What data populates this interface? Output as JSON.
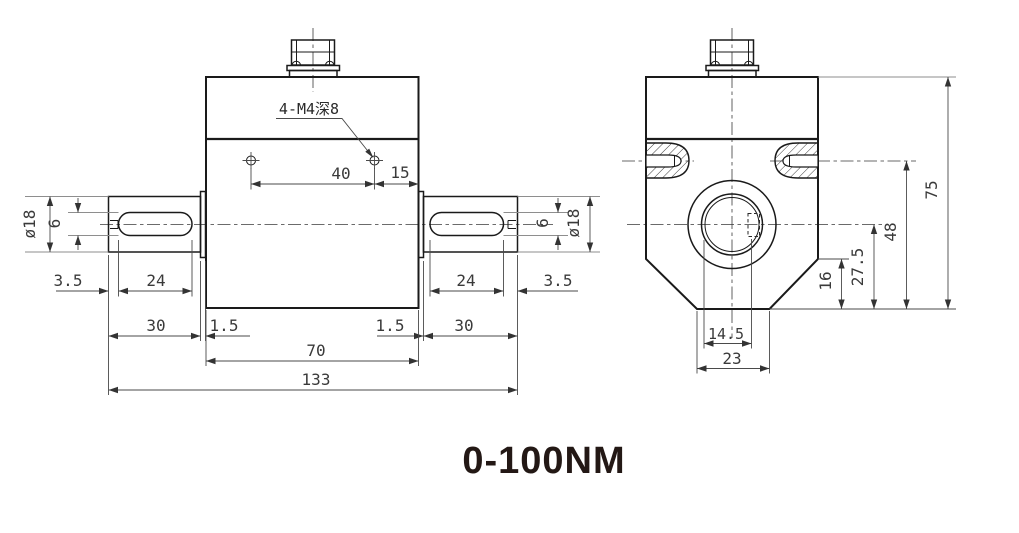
{
  "title": "0-100NM",
  "accent_colors": {
    "line": "#1a1a1a",
    "dim_text": "#3a3a3a",
    "title_text": "#231815"
  },
  "front_view": {
    "name": "front-view",
    "thread_note": "4-M4深8",
    "dims": {
      "hole_spacing": "40",
      "hole_edge_offset": "15",
      "shaft_diameter": "ø18",
      "keyway_width": "6",
      "keyway_offset": "3.5",
      "keyway_length": "24",
      "shaft_length": "30",
      "collar_width": "1.5",
      "body_width": "70",
      "overall_length": "133"
    }
  },
  "side_view": {
    "name": "side-view",
    "dims": {
      "overall_height": "75",
      "keyway_axis_height": "48",
      "axis_height": "27.5",
      "base_chamfer_height": "16",
      "bore_keyway_width": "14.5",
      "base_width": "23"
    }
  }
}
